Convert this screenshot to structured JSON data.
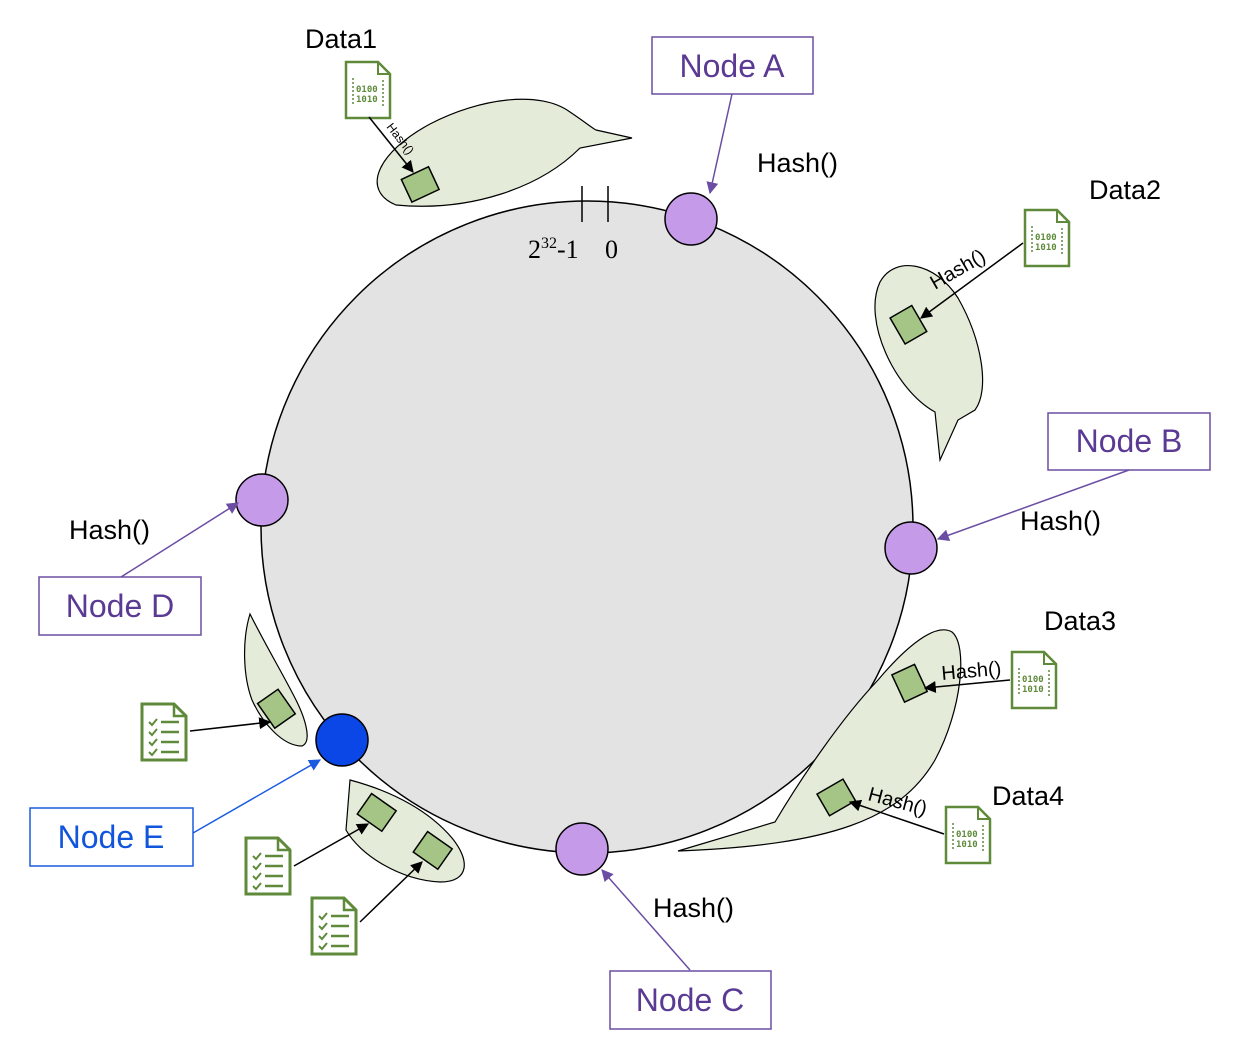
{
  "ring": {
    "max_label_base": "2",
    "max_label_exp": "32",
    "max_label_suffix": "-1",
    "zero_label": "0"
  },
  "nodes": {
    "a": {
      "label": "Node A",
      "hash": "Hash()"
    },
    "b": {
      "label": "Node B",
      "hash": "Hash()"
    },
    "c": {
      "label": "Node C",
      "hash": "Hash()"
    },
    "d": {
      "label": "Node D",
      "hash": "Hash()"
    },
    "e": {
      "label": "Node E"
    }
  },
  "data": {
    "d1": {
      "label": "Data1",
      "hash": "Hash()"
    },
    "d2": {
      "label": "Data2",
      "hash": "Hash()"
    },
    "d3": {
      "label": "Data3",
      "hash": "Hash()"
    },
    "d4": {
      "label": "Data4",
      "hash": "Hash()"
    }
  },
  "file_bits": {
    "line1": "0100",
    "line2": "1010"
  },
  "colors": {
    "ring_fill": "#e3e3e3",
    "node_fill": "#c59be9",
    "new_node_fill": "#0a47e6",
    "bubble_fill": "#e4ecd9",
    "key_fill": "#a4c585",
    "file_green": "#5e8a3a",
    "node_border": "#5b3a94",
    "new_node_border": "#1155dd"
  }
}
